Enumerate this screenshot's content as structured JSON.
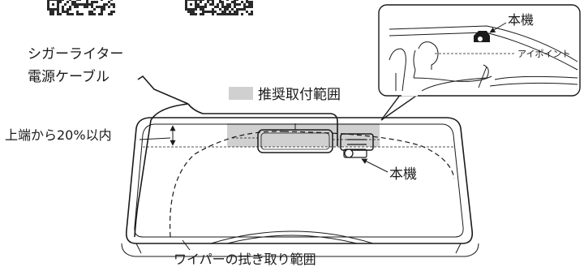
{
  "labels": {
    "power_cable_line1": "シガーライター",
    "power_cable_line2": "電源ケーブル",
    "recommended_area": "推奨取付範囲",
    "top_margin": "上端から20%以内",
    "unit_main": "本機",
    "unit_inset": "本機",
    "eye_point": "アイポイント",
    "wiper_area": "ワイパーの拭き取り範囲"
  },
  "colors": {
    "recommended_area_fill": "#d0d0d0",
    "qr_fill": "#2a2a2a",
    "line": "#1a1a1a"
  },
  "icons": {
    "qr_left": "qr-code-icon",
    "qr_right": "qr-code-icon",
    "head_up": "arrow-up-icon",
    "head_down": "arrow-down-icon"
  }
}
